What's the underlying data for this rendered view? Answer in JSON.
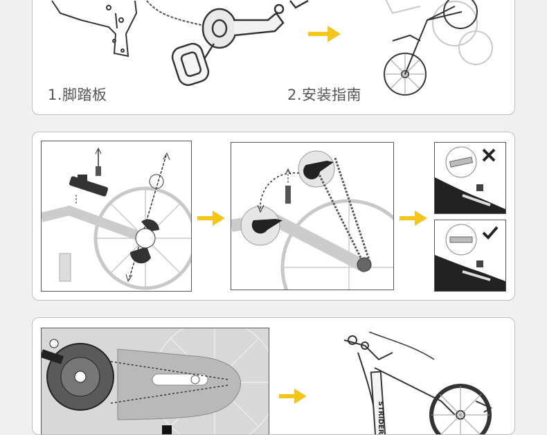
{
  "steps": {
    "step1_caption": "1.脚踏板",
    "step2_caption": "2.安装指南"
  },
  "bike_brand_text": "STRIDER",
  "colors": {
    "accent_arrow": "#f5c518",
    "line_dark": "#333333",
    "wheel_gray": "#c8c8c8"
  }
}
